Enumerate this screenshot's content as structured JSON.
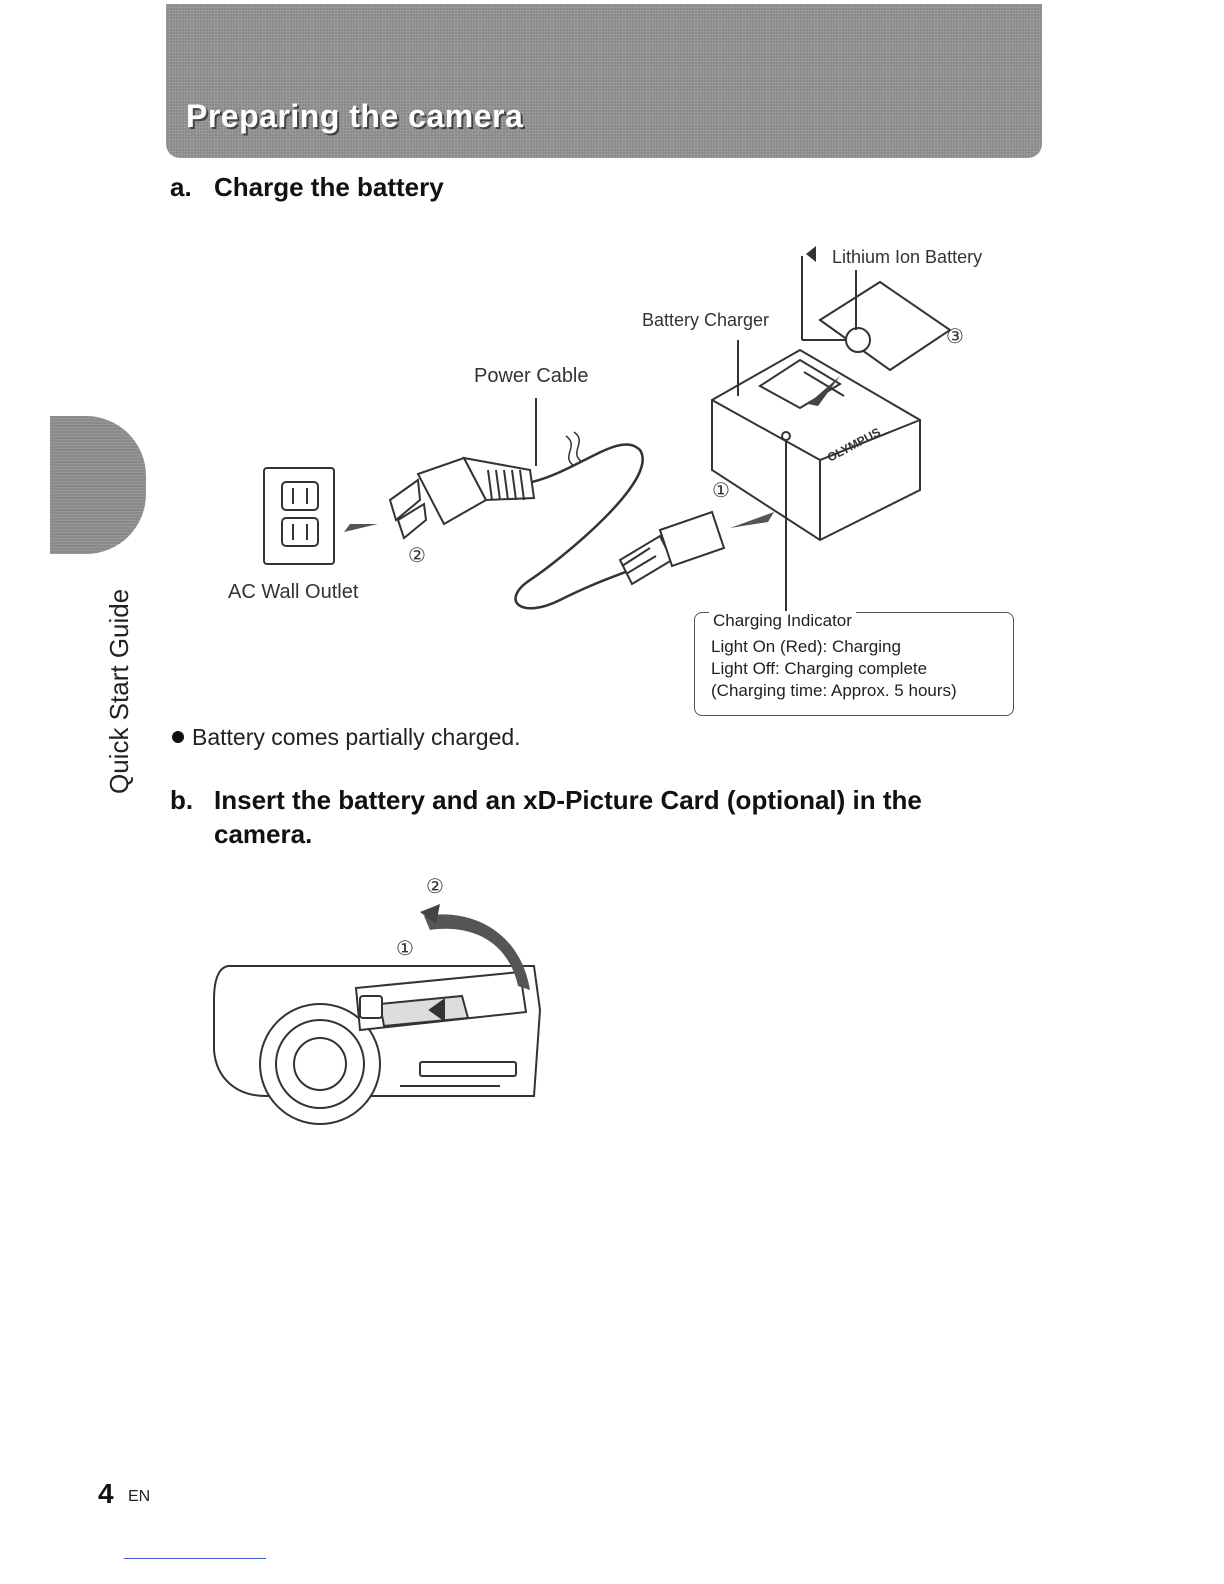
{
  "banner": {
    "title": "Preparing the camera"
  },
  "side_tab": {
    "label": "Quick Start Guide"
  },
  "section_a": {
    "letter": "a.",
    "title": "Charge the battery",
    "labels": {
      "lithium": "Lithium Ion Battery",
      "charger": "Battery Charger",
      "cable": "Power Cable",
      "outlet": "AC Wall Outlet",
      "step1": "①",
      "step2": "②",
      "step3": "③"
    },
    "indicator": {
      "title": "Charging Indicator",
      "line1": "Light On (Red): Charging",
      "line2": "Light Off: Charging complete",
      "line3": "(Charging time: Approx. 5 hours)"
    },
    "note": "Battery comes partially charged."
  },
  "section_b": {
    "letter": "b.",
    "title_line1": "Insert the battery and an xD-Picture Card (optional) in the",
    "title_line2": "camera.",
    "step1": "①",
    "step2": "②"
  },
  "footer": {
    "page_number": "4",
    "language": "EN"
  }
}
